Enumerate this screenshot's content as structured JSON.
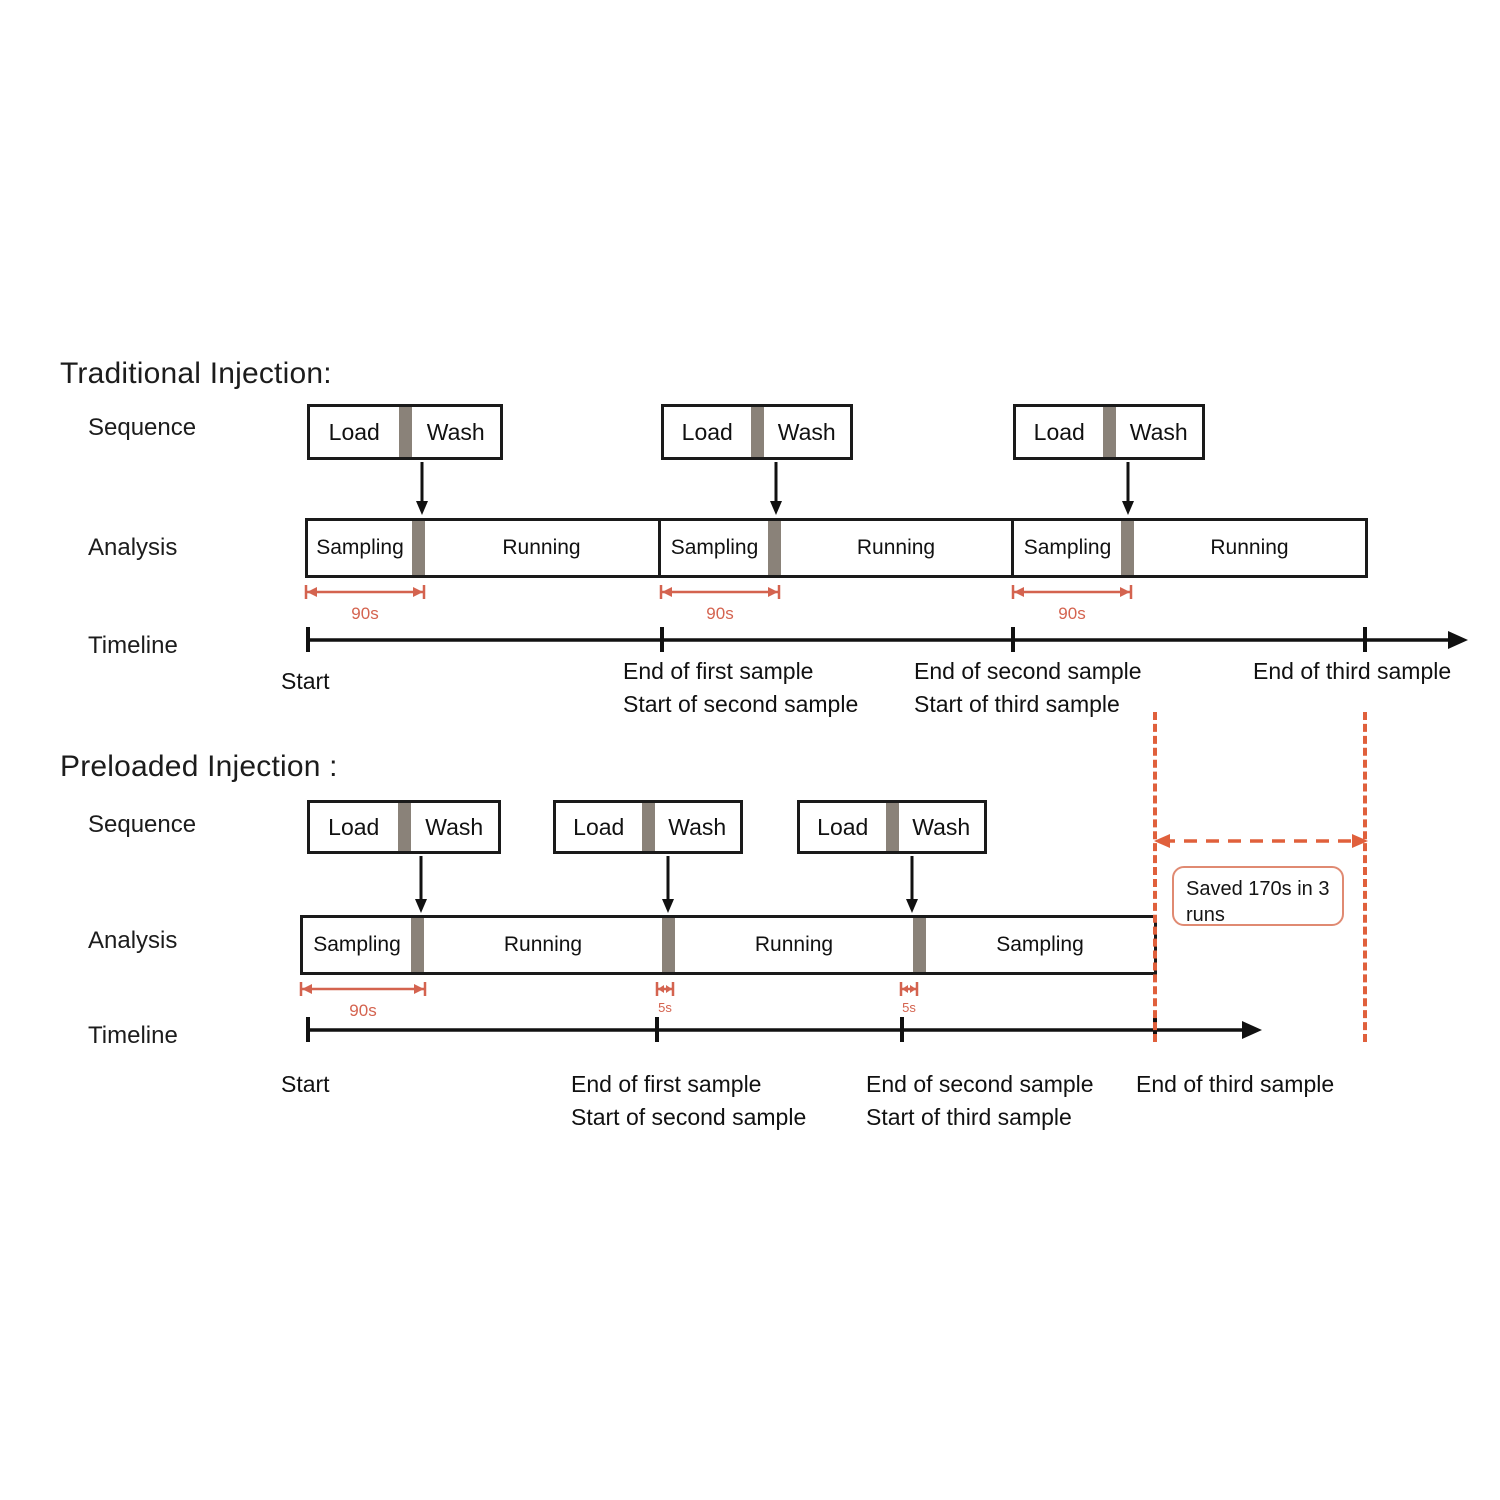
{
  "figure": {
    "title_traditional": "Traditional Injection:",
    "title_preloaded": "Preloaded Injection :",
    "row_labels": {
      "sequence": "Sequence",
      "analysis": "Analysis",
      "timeline": "Timeline"
    },
    "sequence_cells": {
      "load": "Load",
      "wash": "Wash"
    },
    "analysis_segments": {
      "sampling": "Sampling",
      "running": "Running"
    },
    "colors": {
      "accent_red": "#d4634f",
      "dashed_orange": "#e0603c",
      "callout_border": "#e08a72",
      "divider_gray": "#8a8279",
      "ink": "#1a1a1a"
    },
    "saved_note": "Saved 170s in 3 runs"
  },
  "traditional": {
    "sequence_blocks": [
      {
        "load": "Load",
        "wash": "Wash"
      },
      {
        "load": "Load",
        "wash": "Wash"
      },
      {
        "load": "Load",
        "wash": "Wash"
      }
    ],
    "analysis_blocks": [
      {
        "sampling": "Sampling",
        "running": "Running"
      },
      {
        "sampling": "Sampling",
        "running": "Running"
      },
      {
        "sampling": "Sampling",
        "running": "Running"
      }
    ],
    "measures": [
      {
        "label": "90s"
      },
      {
        "label": "90s"
      },
      {
        "label": "90s"
      }
    ],
    "ticks": [
      {
        "lines": [
          "Start"
        ]
      },
      {
        "lines": [
          "End of first sample",
          "Start of second sample"
        ]
      },
      {
        "lines": [
          "End of second sample",
          "Start of third sample"
        ]
      },
      {
        "lines": [
          "End of third sample"
        ]
      }
    ]
  },
  "preloaded": {
    "sequence_blocks": [
      {
        "load": "Load",
        "wash": "Wash"
      },
      {
        "load": "Load",
        "wash": "Wash"
      },
      {
        "load": "Load",
        "wash": "Wash"
      }
    ],
    "analysis_segments": [
      "Sampling",
      "Running",
      "Running",
      "Sampling"
    ],
    "measures": [
      {
        "label": "90s"
      },
      {
        "label": "5s"
      },
      {
        "label": "5s"
      }
    ],
    "ticks": [
      {
        "lines": [
          "Start"
        ]
      },
      {
        "lines": [
          "End of first sample",
          "Start of second sample"
        ]
      },
      {
        "lines": [
          "End of second sample",
          "Start of third sample"
        ]
      },
      {
        "lines": [
          "End of third sample"
        ]
      }
    ]
  },
  "chart_data": {
    "type": "table",
    "title": "Traditional vs Preloaded Injection timing diagram",
    "series": [
      {
        "name": "Traditional Injection",
        "sampling_time_s": 90,
        "runs": 3,
        "segments": [
          "Sampling",
          "Running",
          "Sampling",
          "Running",
          "Sampling",
          "Running"
        ],
        "per_run_overhead_s": 90
      },
      {
        "name": "Preloaded Injection",
        "sampling_time_s": 90,
        "runs": 3,
        "segments": [
          "Sampling",
          "Running",
          "Running",
          "Sampling"
        ],
        "per_run_overhead_s": [
          90,
          5,
          5
        ]
      }
    ],
    "annotations": [
      "Saved 170s in 3 runs"
    ],
    "xlabel": "Timeline",
    "ylabel": "",
    "grid": false,
    "legend": "none"
  }
}
